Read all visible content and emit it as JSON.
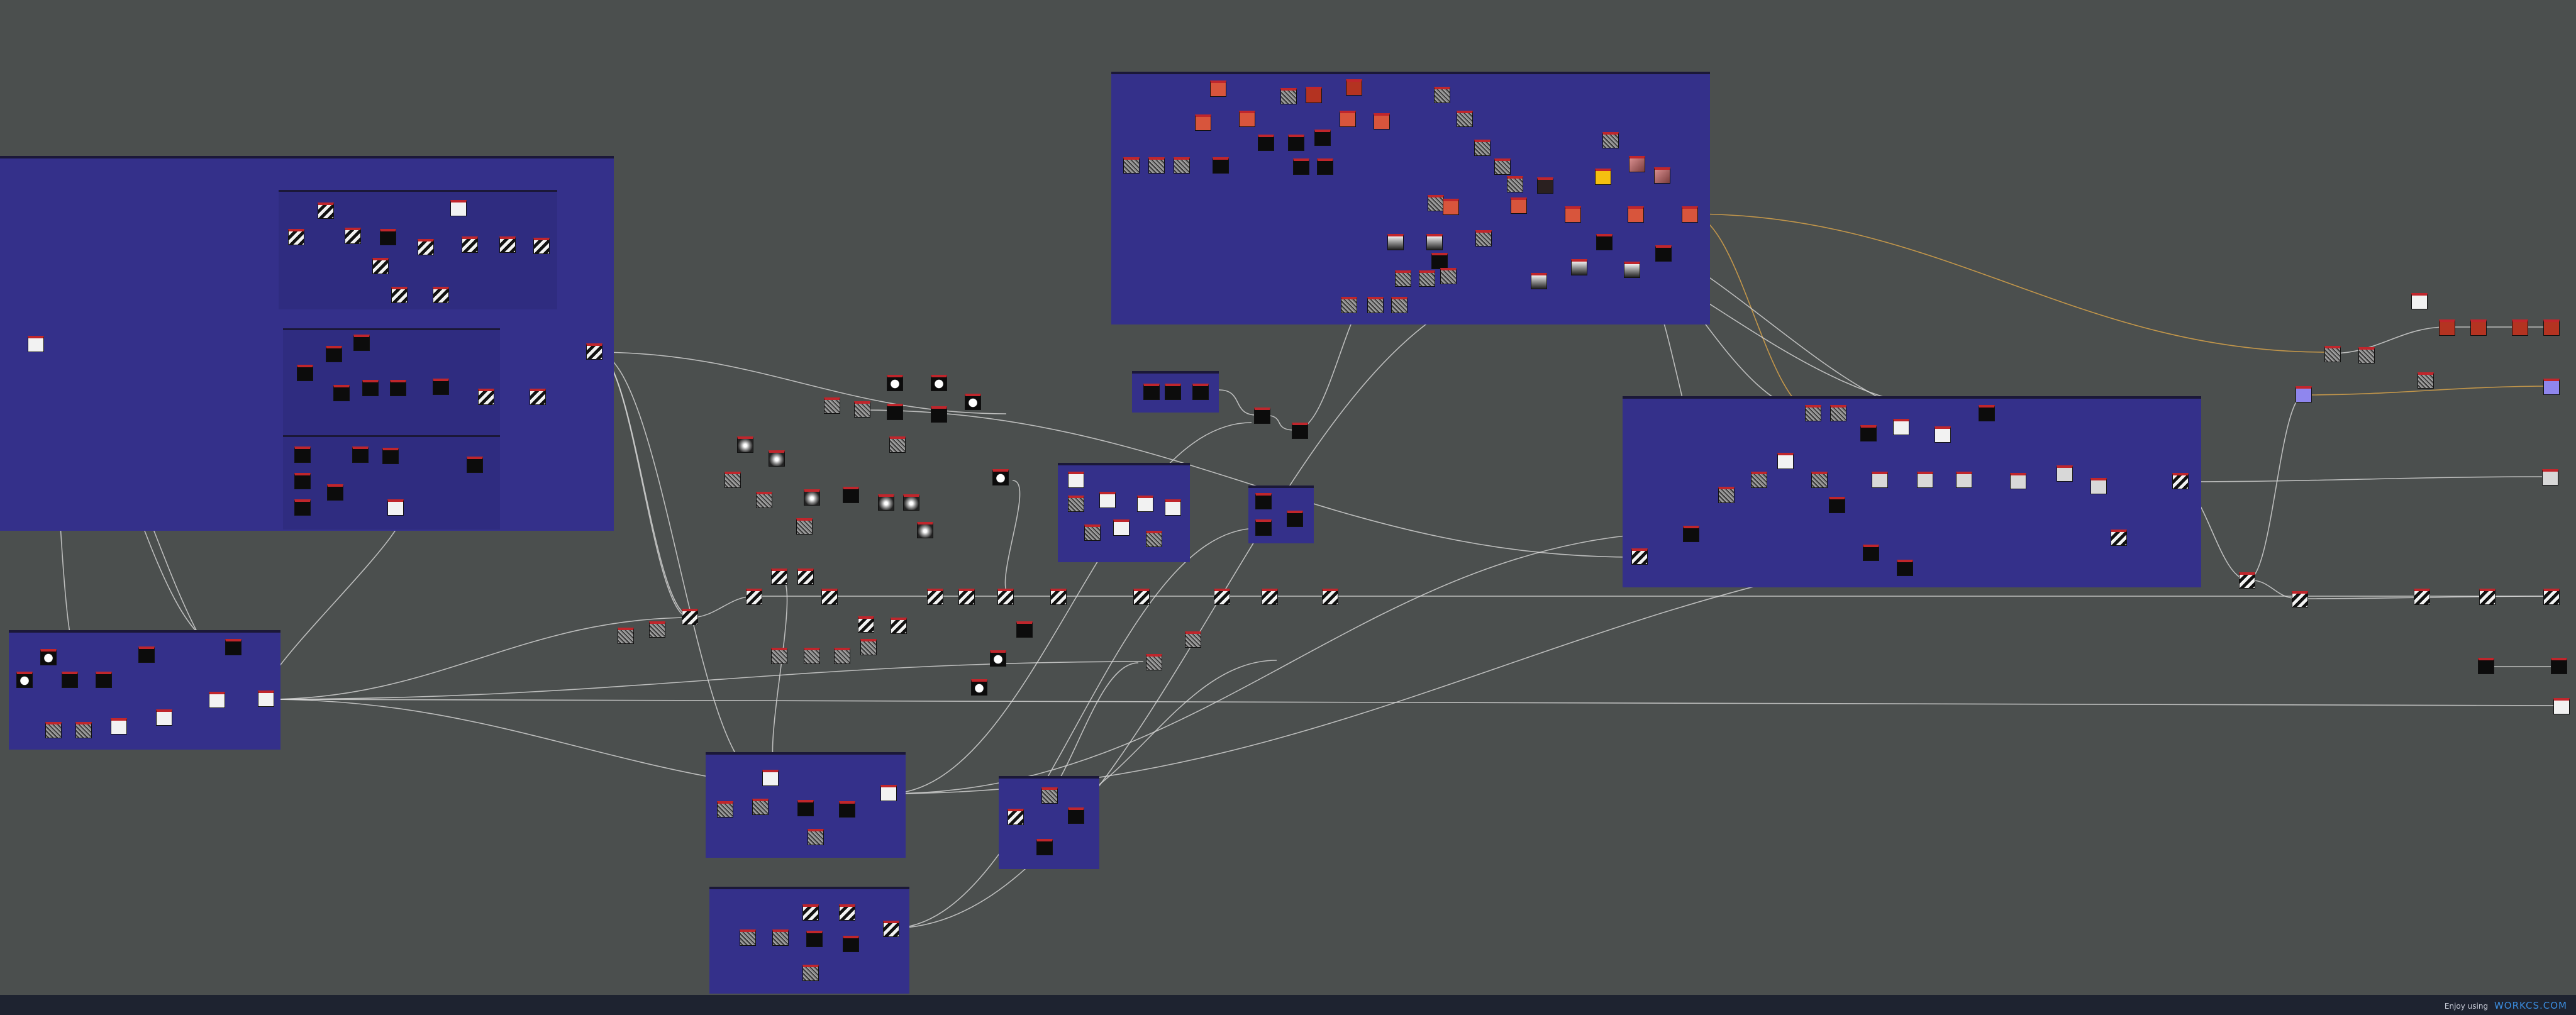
{
  "app": {
    "view": "node graph editor",
    "frames": [
      "frame-left-top",
      "frame-left-bottom",
      "frame-top-center",
      "frame-small-a",
      "frame-small-b",
      "frame-small-c",
      "frame-right",
      "frame-bottom-1",
      "frame-bottom-2",
      "frame-bottom-3"
    ]
  },
  "colors": {
    "canvas": "#4b4f4e",
    "frame": "#34308a",
    "wire": "#d8d8d8",
    "wire_highlight": "#e0a84a",
    "node_header": "#c0262c",
    "statusbar": "#1e2330",
    "brand": "#3b8de0"
  },
  "statusbar": {
    "text": "Enjoy using",
    "brand": "WORKCS.COM"
  }
}
